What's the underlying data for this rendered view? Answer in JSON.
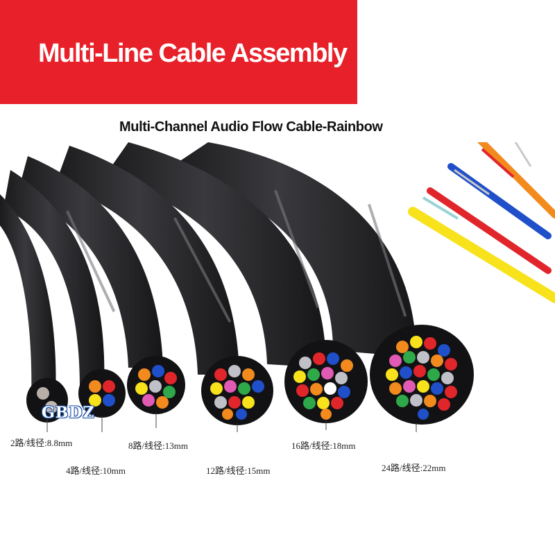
{
  "banner": {
    "title": "Multi-Line Cable Assembly",
    "color": "#e8202a"
  },
  "subtitle": "Multi-Channel Audio Flow Cable-Rainbow",
  "logo": "GBDZ",
  "cables": [
    {
      "label": "2路/线径:8.8mm"
    },
    {
      "label": "4路/线径:10mm"
    },
    {
      "label": "8路/线径:13mm"
    },
    {
      "label": "12路/线径:15mm"
    },
    {
      "label": "16路/线径:18mm"
    },
    {
      "label": "24路/线径:22mm"
    }
  ],
  "wire_colors": [
    "#f7e21c",
    "#e1262b",
    "#1f4fc9",
    "#f28a1e",
    "#ffffff"
  ]
}
